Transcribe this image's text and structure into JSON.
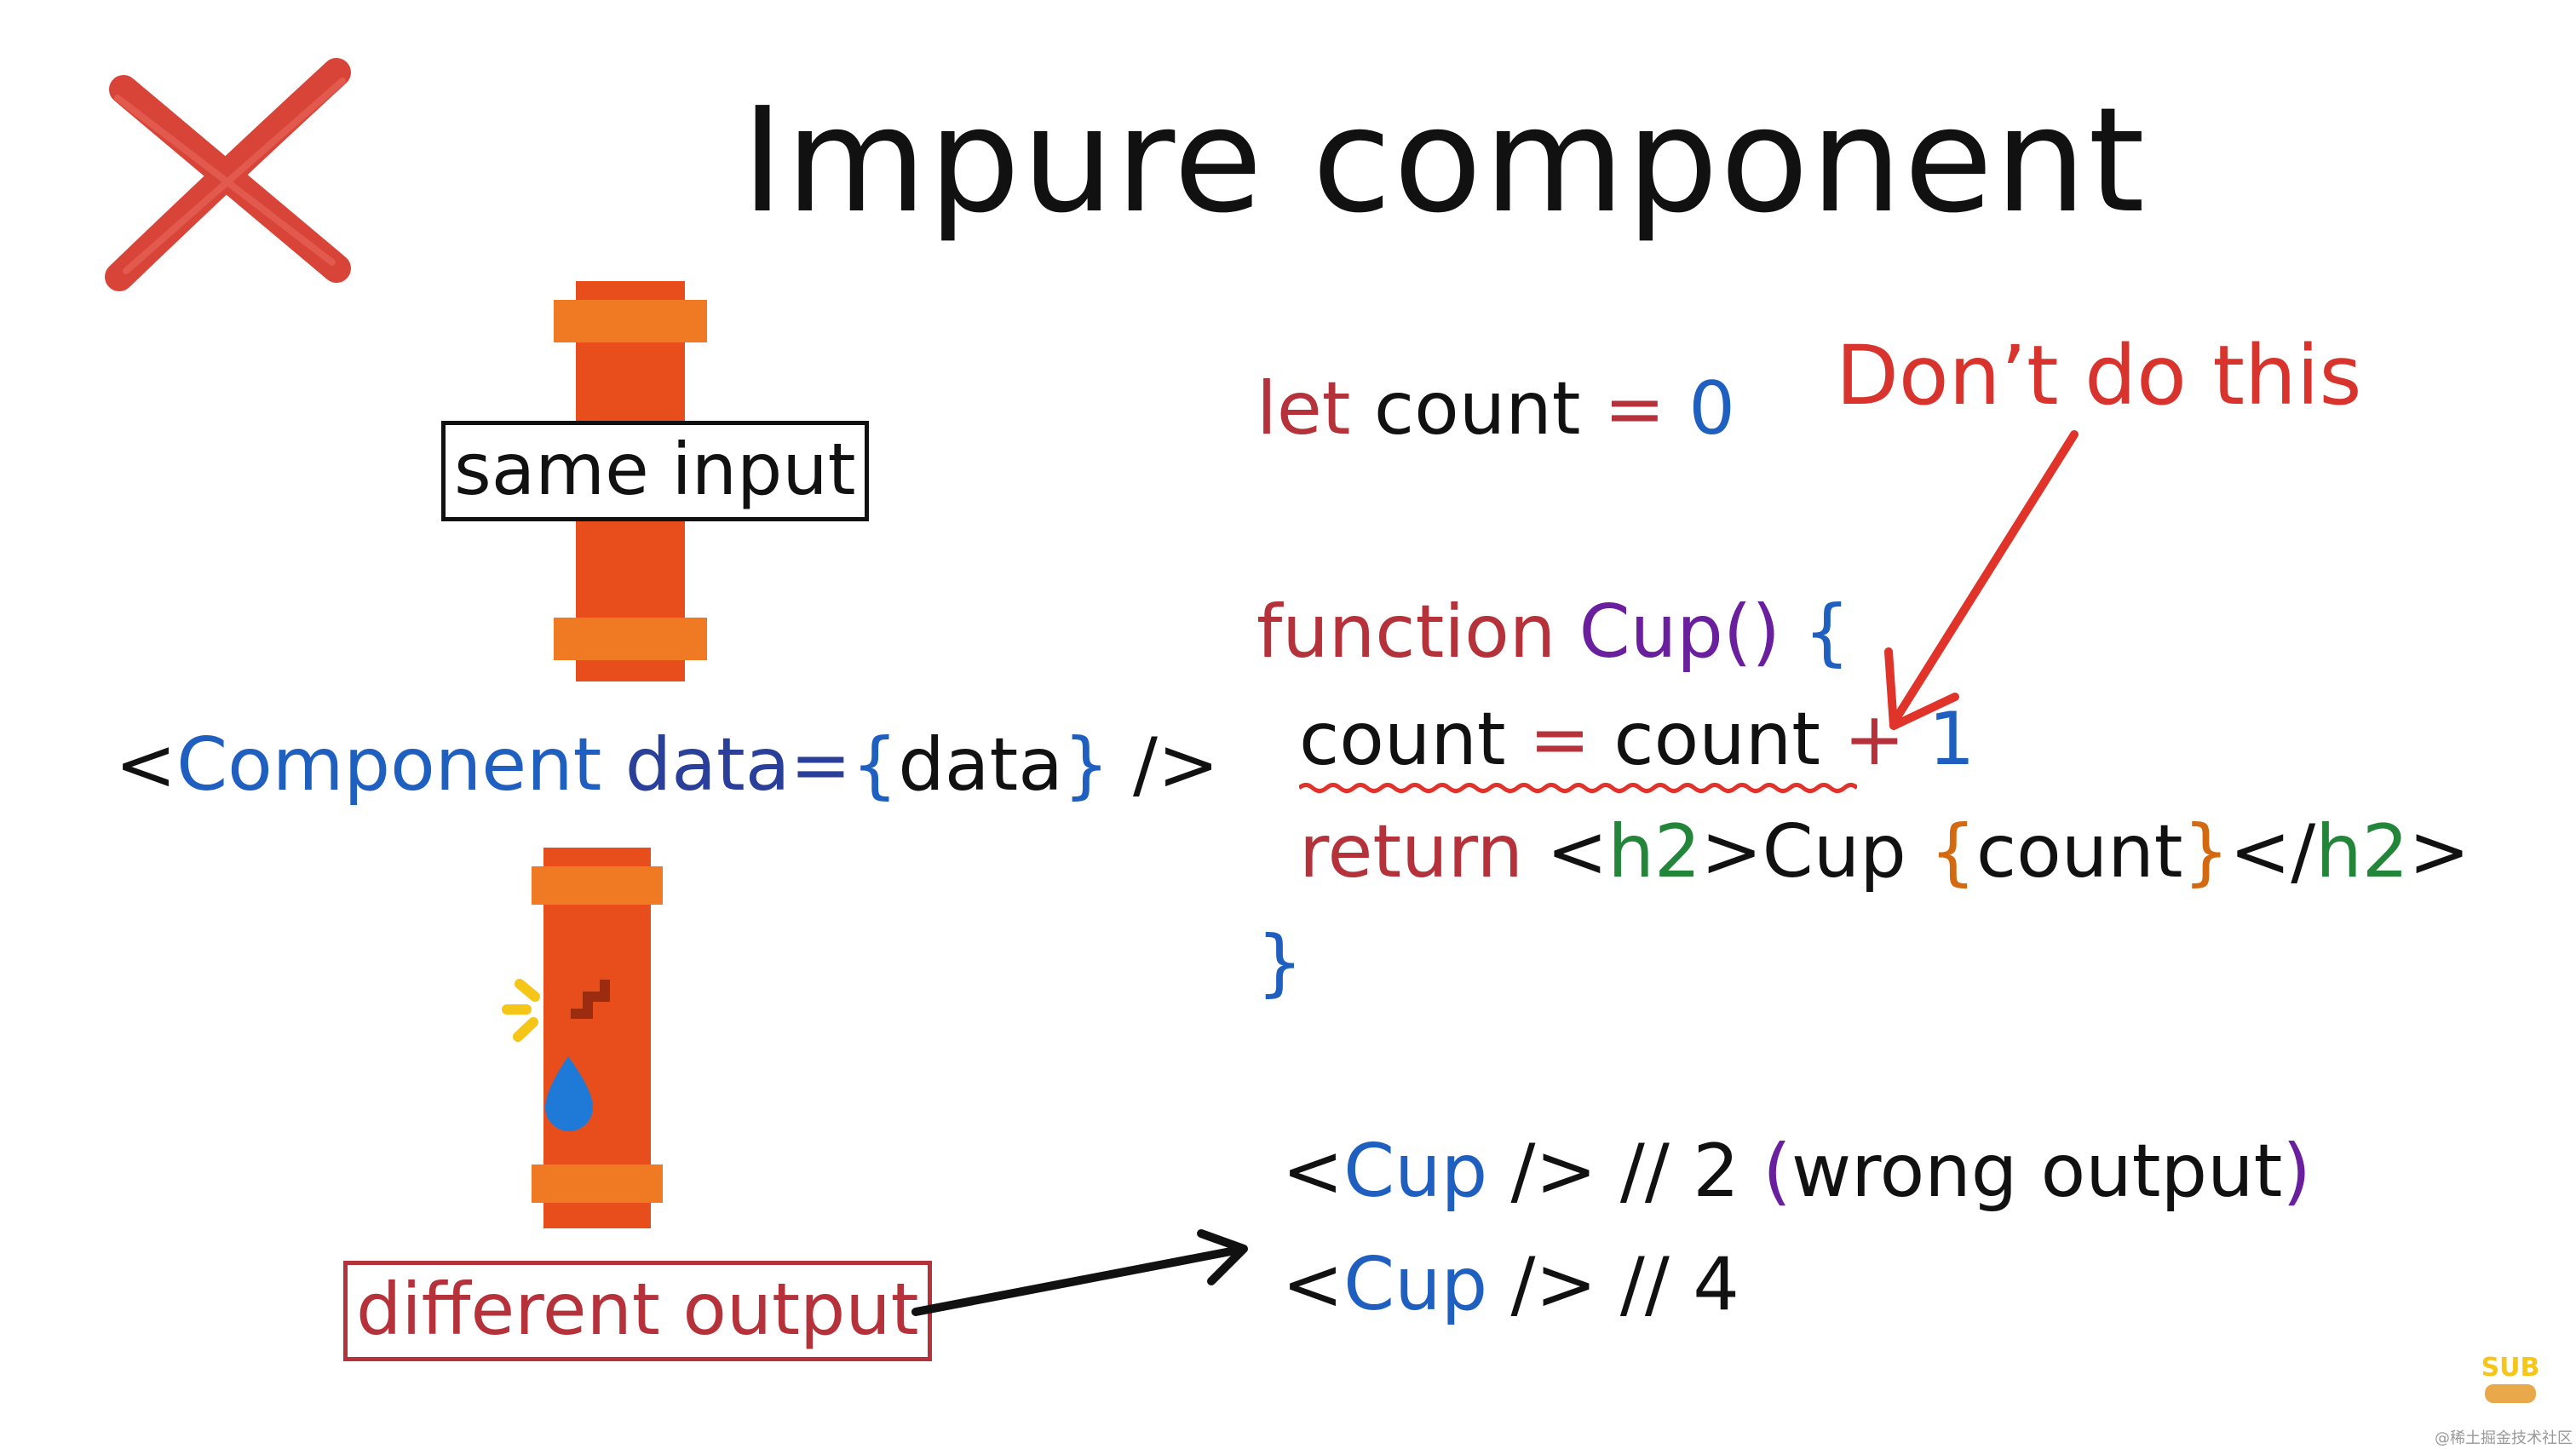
{
  "title": "Impure component",
  "component_tag": {
    "open": "<",
    "name": "Component",
    "attr": "data",
    "eq": "=",
    "brace_open": "{",
    "value": "data",
    "brace_close": "}",
    "close": " />"
  },
  "labels": {
    "same_input": "same input",
    "different_output": "different output",
    "warning": "Don’t do this"
  },
  "code": {
    "line1": {
      "kw": "let",
      "var": "count",
      "eq": "=",
      "num": "0"
    },
    "line2": {
      "kw": "function",
      "fn": "Cup",
      "parens": "()",
      "brace": "{"
    },
    "line3": {
      "lhs": "count",
      "eq": "=",
      "rhs": "count",
      "op": "+",
      "num": "1"
    },
    "line4": {
      "kw": "return",
      "lt1": "<",
      "tag1": "h2",
      "gt1": ">",
      "text": "Cup",
      "bo": "{",
      "expr": "count",
      "bc": "}",
      "lt2": "</",
      "tag2": "h2",
      "gt2": ">"
    },
    "line5": {
      "brace": "}"
    }
  },
  "outputs": [
    {
      "lt": "<",
      "name": "Cup",
      "rest": " /> // 2 ",
      "po": "(",
      "note": "wrong output",
      "pc": ")"
    },
    {
      "lt": "<",
      "name": "Cup",
      "rest": " /> // 4"
    }
  ],
  "watermark": {
    "badge": "SUB",
    "text": "@稀土掘金技术社区"
  },
  "colors": {
    "pipe_dark": "#e84e1b",
    "pipe_light": "#f07a24",
    "cross": "#d83a2e",
    "drop": "#1e7ad6",
    "spark": "#f5c518",
    "arrow": "#e0332a"
  }
}
